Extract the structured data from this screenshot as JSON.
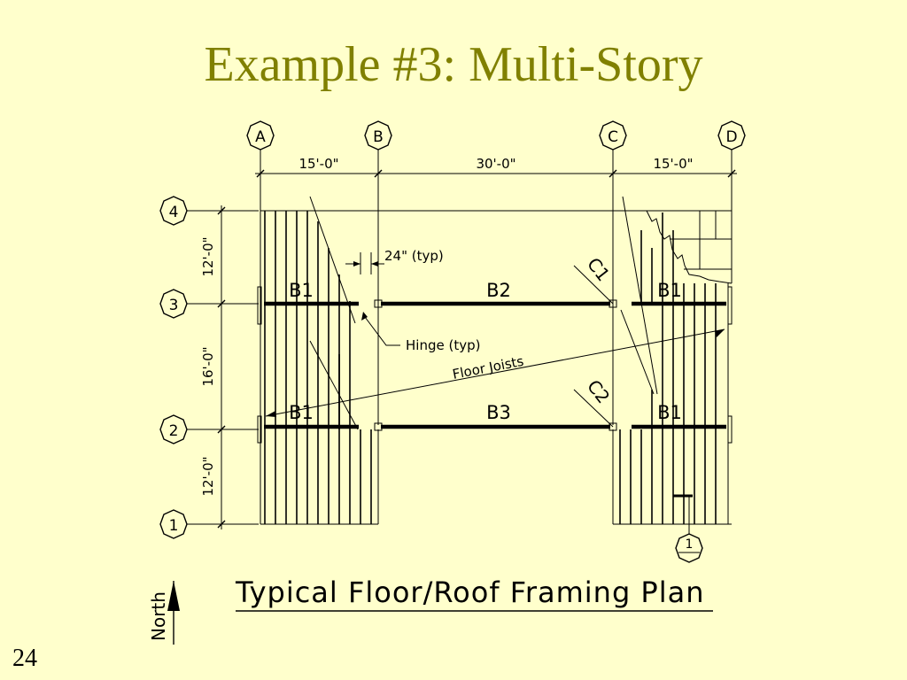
{
  "slide": {
    "title": "Example #3:  Multi-Story",
    "page_number": "24"
  },
  "plan": {
    "caption": "Typical Floor/Roof Framing Plan",
    "grid_columns": [
      "A",
      "B",
      "C",
      "D"
    ],
    "grid_rows": [
      "4",
      "3",
      "2",
      "1"
    ],
    "column_dimensions": [
      "15'-0\"",
      "30'-0\"",
      "15'-0\""
    ],
    "row_dimensions": [
      "12'-0\"",
      "16'-0\"",
      "12'-0\""
    ],
    "beams": {
      "b1_nw": "B1",
      "b2": "B2",
      "b1_ne": "B1",
      "b1_sw": "B1",
      "b3": "B3",
      "b1_se": "B1"
    },
    "columns": {
      "c1": "C1",
      "c2": "C2"
    },
    "notes": {
      "joist_spacing": "24\"  (typ)",
      "hinge": "Hinge (typ)",
      "floor_joists": "Floor Joists"
    },
    "section_marker": "1",
    "north": "North"
  }
}
